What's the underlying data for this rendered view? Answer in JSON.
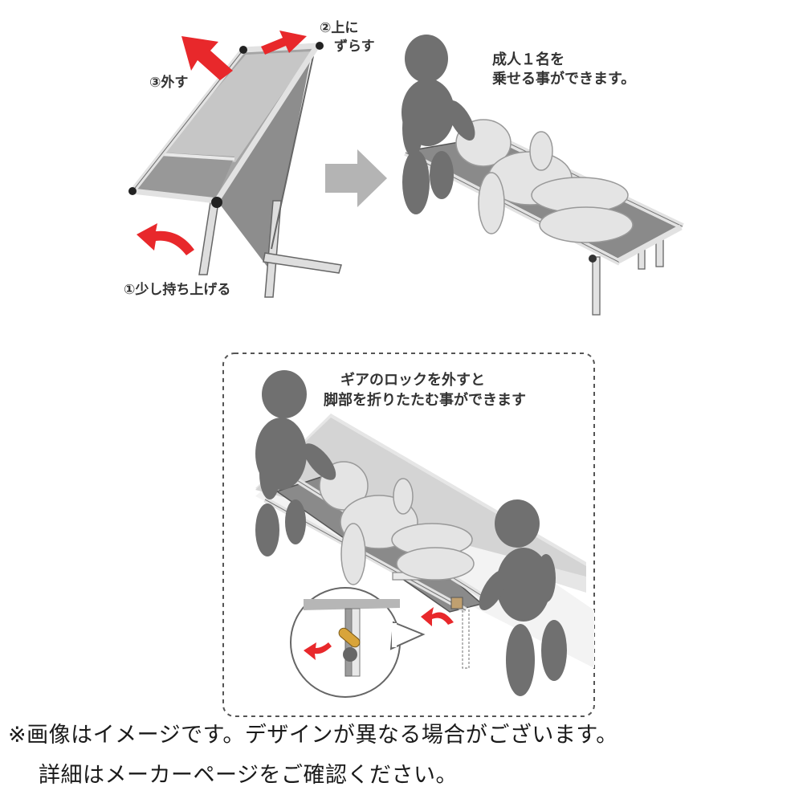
{
  "steps": {
    "step1": "①少し持ち上げる",
    "step2_line1": "②上に",
    "step2_line2": "ずらす",
    "step3": "③外す"
  },
  "captions": {
    "capacity_line1": "成人１名を",
    "capacity_line2": "乗せる事ができます。",
    "gear_line1": "ギアのロックを外すと",
    "gear_line2": "脚部を折りたたむ事ができます"
  },
  "footnote": {
    "line1": "※画像はイメージです。デザインが異なる場合がございます。",
    "line2": "詳細はメーカーページをご確認ください。"
  },
  "colors": {
    "arrow_red": "#e8282b",
    "arrow_gray": "#b4b4b4",
    "figure_gray": "#6e6e6e",
    "frame_light": "#e2e2e2",
    "fabric_gray": "#8a8a8a",
    "dashed_border": "#555555"
  }
}
